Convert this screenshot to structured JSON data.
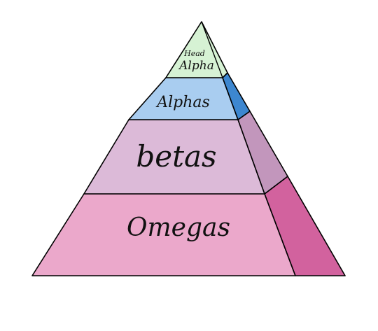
{
  "diagram": {
    "tiers": [
      {
        "id": "head-alpha",
        "lines": [
          "Head",
          "Alpha"
        ],
        "front_color": "#d6f2d4",
        "side_color": "#d6f2d4"
      },
      {
        "id": "alphas",
        "lines": [
          "Alphas"
        ],
        "front_color": "#a9cdf0",
        "side_color": "#3d87d0"
      },
      {
        "id": "betas",
        "lines": [
          "betas"
        ],
        "front_color": "#dcbad8",
        "side_color": "#c296bc"
      },
      {
        "id": "omegas",
        "lines": [
          "Omegas"
        ],
        "front_color": "#eba8cb",
        "side_color": "#d2629e"
      }
    ],
    "outline_color": "#000000"
  }
}
